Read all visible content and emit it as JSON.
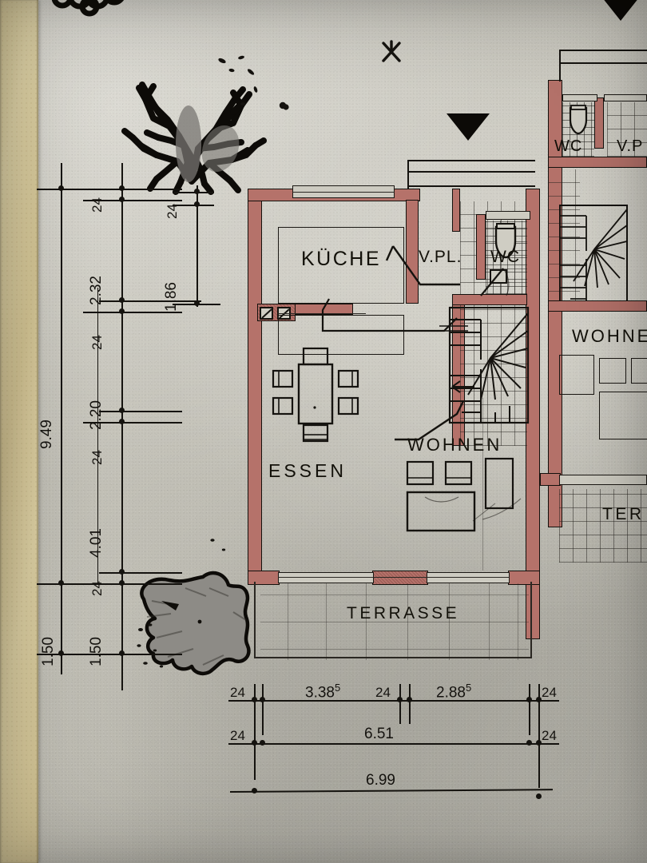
{
  "sheet": {
    "title": "Grundriss Erdgeschoss - Reihenhaus",
    "media": "photographed architectural drawing on grey textured paper",
    "wall_color": "#b5726a",
    "ink_color": "#15130f",
    "paper_color": "#c9c7bd",
    "tape_color": "#d9cb9a"
  },
  "rooms": [
    {
      "key": "kueche",
      "label": "KÜCHE"
    },
    {
      "key": "vpl",
      "label": "V.PL."
    },
    {
      "key": "wc",
      "label": "WC"
    },
    {
      "key": "essen",
      "label": "ESSEN"
    },
    {
      "key": "wohnen",
      "label": "WOHNEN"
    },
    {
      "key": "terrasse",
      "label": "TERRASSE"
    }
  ],
  "neighbour_rooms": [
    {
      "key": "wc_right",
      "label": "WC"
    },
    {
      "key": "vpl_right",
      "label": "V.P"
    },
    {
      "key": "wohnen_right",
      "label": "WOHNEN"
    },
    {
      "key": "terrasse_right",
      "label": "TER"
    }
  ],
  "dimensions": {
    "left_outer": {
      "value": "9.49"
    },
    "left_chain": [
      {
        "value": "24"
      },
      {
        "value": "2.32"
      },
      {
        "value": "24"
      },
      {
        "value": "2.20"
      },
      {
        "value": "24"
      },
      {
        "value": "4.01"
      },
      {
        "value": "24"
      },
      {
        "value": "1.50"
      }
    ],
    "left_outer_lower": {
      "value": "1.50"
    },
    "inner_chain": [
      {
        "value": "24"
      },
      {
        "value": "1.86"
      }
    ],
    "bottom_row_1": [
      {
        "value": "24"
      },
      {
        "value": "3.38",
        "sup": "5"
      },
      {
        "value": "24"
      },
      {
        "value": "2.88",
        "sup": "5"
      },
      {
        "value": "24"
      }
    ],
    "bottom_row_2": [
      {
        "value": "24"
      },
      {
        "value": "6.51"
      },
      {
        "value": "24"
      }
    ],
    "bottom_row_3": [
      {
        "value": "6.99"
      }
    ]
  },
  "symbols": [
    {
      "key": "tree_large",
      "name": "tree-symbol"
    },
    {
      "key": "tree_partial",
      "name": "tree-symbol-partial"
    },
    {
      "key": "shrub",
      "name": "shrub-planting-symbol"
    },
    {
      "key": "arrow_left",
      "name": "section-marker-triangle"
    },
    {
      "key": "arrow_right",
      "name": "section-marker-triangle"
    },
    {
      "key": "x_mark",
      "name": "survey-cross-mark"
    },
    {
      "key": "stair",
      "name": "winder-staircase"
    },
    {
      "key": "stair_right",
      "name": "winder-staircase"
    },
    {
      "key": "dining_set",
      "name": "dining-table-and-chairs"
    },
    {
      "key": "sofa_group",
      "name": "sofa-and-armchairs"
    },
    {
      "key": "toilet",
      "name": "toilet-fixture"
    },
    {
      "key": "toilet_right",
      "name": "toilet-fixture"
    },
    {
      "key": "sink",
      "name": "washbasin-fixture"
    }
  ]
}
